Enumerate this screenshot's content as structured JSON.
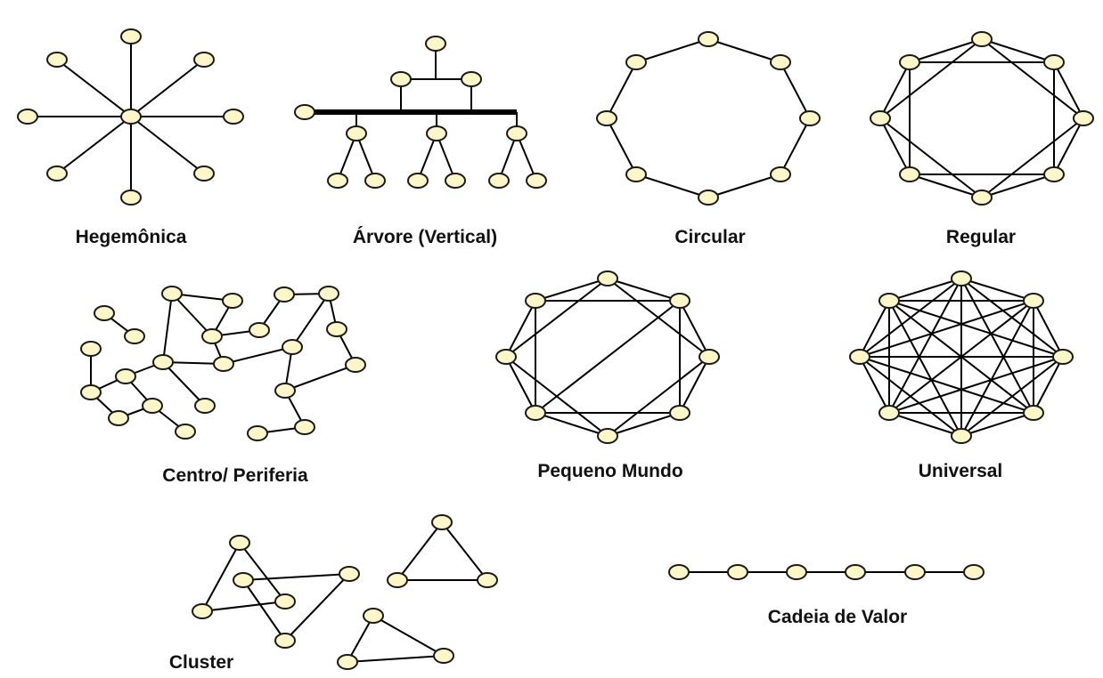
{
  "colors": {
    "node_fill": "#fdf6c8",
    "node_stroke": "#1a1a1a",
    "edge": "#000000",
    "text": "#111111"
  },
  "diagrams": [
    {
      "id": "hegemonica",
      "label": "Hegemônica"
    },
    {
      "id": "arvore",
      "label": "Árvore (Vertical)"
    },
    {
      "id": "circular",
      "label": "Circular"
    },
    {
      "id": "regular",
      "label": "Regular"
    },
    {
      "id": "centro-periferia",
      "label": "Centro/ Periferia"
    },
    {
      "id": "pequeno-mundo",
      "label": "Pequeno Mundo"
    },
    {
      "id": "universal",
      "label": "Universal"
    },
    {
      "id": "cluster",
      "label": "Cluster"
    },
    {
      "id": "cadeia-de-valor",
      "label": "Cadeia de Valor"
    }
  ]
}
